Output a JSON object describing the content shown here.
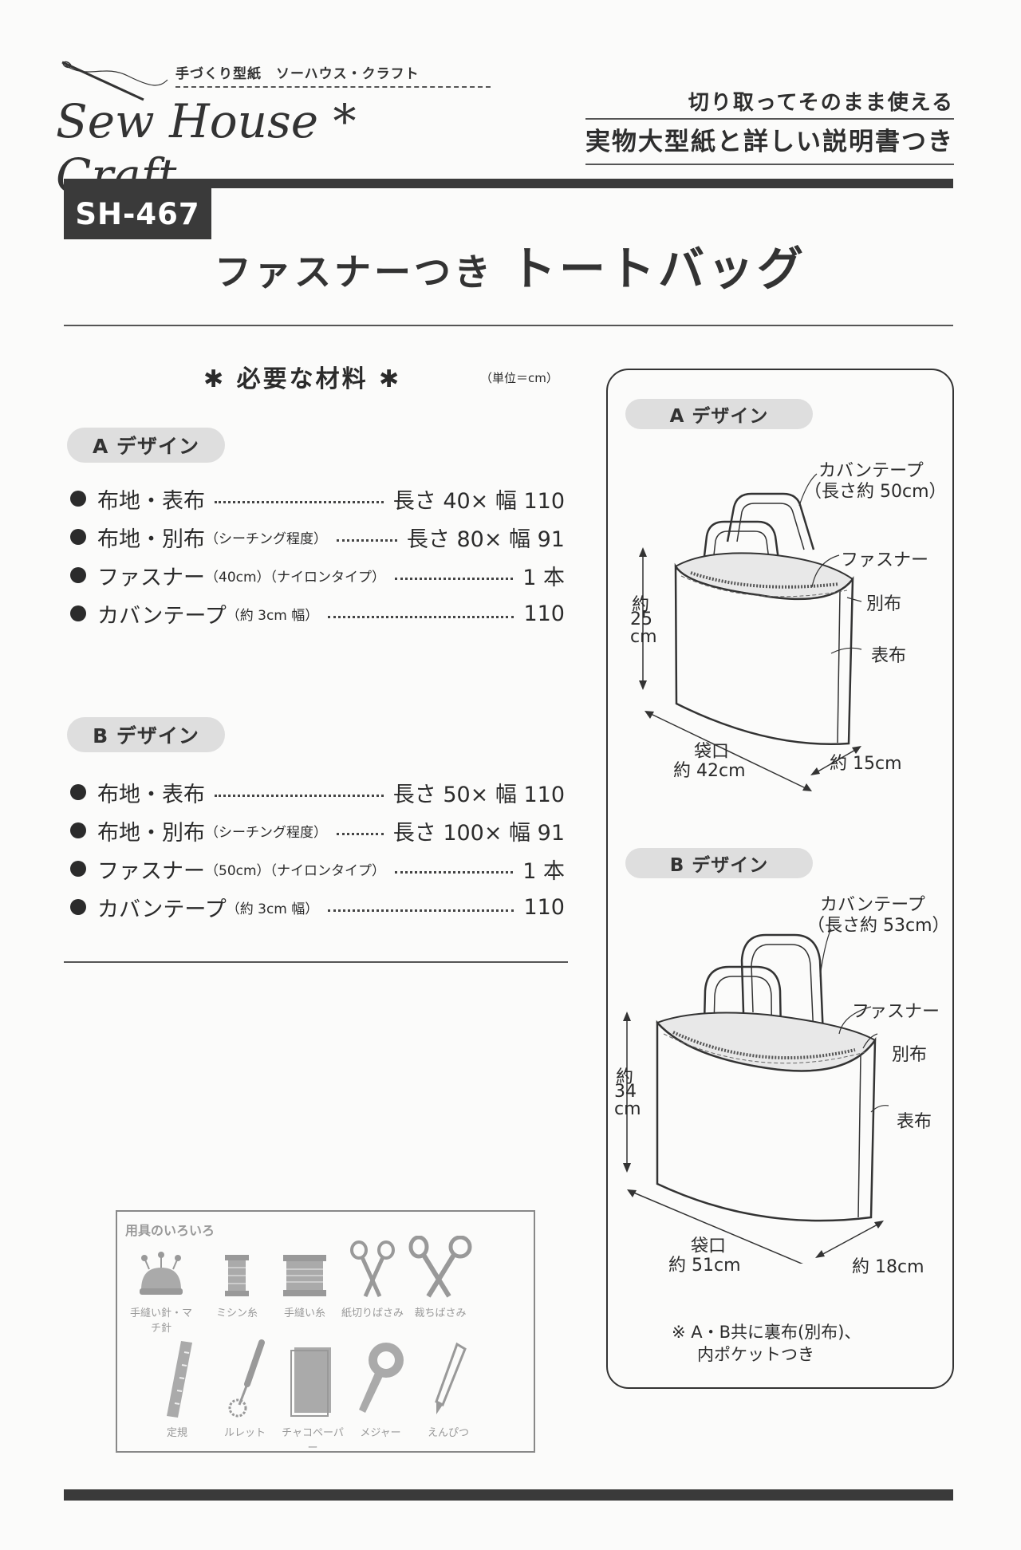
{
  "header": {
    "tagline": "手づくり型紙　ソーハウス・クラフト",
    "logo_text": "Sew House * Craft",
    "sub_title": "切り取ってそのまま使える",
    "main_title": "実物大型紙と詳しい説明書つき",
    "code": "SH-467",
    "title_part1": "ファスナーつき",
    "title_part2": "トートバッグ"
  },
  "materials": {
    "heading": "✱ 必要な材料 ✱",
    "unit": "（単位＝cm）",
    "sections": [
      {
        "label": "A デザイン",
        "items": [
          {
            "name": "布地・表布",
            "note": "",
            "value": "長さ 40× 幅 110"
          },
          {
            "name": "布地・別布",
            "note": "（シーチング程度）",
            "value": "長さ 80× 幅 91"
          },
          {
            "name": "ファスナー",
            "note": "（40cm）（ナイロンタイプ）",
            "value": "1 本"
          },
          {
            "name": "カバンテープ",
            "note": "（約 3cm 幅）",
            "value": "110"
          }
        ]
      },
      {
        "label": "B デザイン",
        "items": [
          {
            "name": "布地・表布",
            "note": "",
            "value": "長さ 50× 幅 110"
          },
          {
            "name": "布地・別布",
            "note": "（シーチング程度）",
            "value": "長さ 100× 幅 91"
          },
          {
            "name": "ファスナー",
            "note": "（50cm）（ナイロンタイプ）",
            "value": "1 本"
          },
          {
            "name": "カバンテープ",
            "note": "（約 3cm 幅）",
            "value": "110"
          }
        ]
      }
    ]
  },
  "tools": {
    "title": "用具のいろいろ",
    "items": [
      {
        "label": "手縫い針・マチ針",
        "icon": "pincushion-icon"
      },
      {
        "label": "ミシン糸",
        "icon": "thread-spool-icon"
      },
      {
        "label": "手縫い糸",
        "icon": "thread-spool-wide-icon"
      },
      {
        "label": "紙切りばさみ",
        "icon": "paper-scissors-icon"
      },
      {
        "label": "裁ちばさみ",
        "icon": "fabric-scissors-icon"
      },
      {
        "label": "定規",
        "icon": "ruler-icon"
      },
      {
        "label": "ルレット",
        "icon": "tracing-wheel-icon"
      },
      {
        "label": "チャコペーパー",
        "icon": "chalk-paper-icon"
      },
      {
        "label": "メジャー",
        "icon": "tape-measure-icon"
      },
      {
        "label": "えんぴつ",
        "icon": "pencil-icon"
      }
    ]
  },
  "diagrams": {
    "a": {
      "label": "A デザイン",
      "tape": "カバンテープ",
      "tape_length": "（長さ約 50cm）",
      "zipper": "ファスナー",
      "lining": "別布",
      "outer": "表布",
      "height_1": "約",
      "height_2": "25",
      "height_3": "cm",
      "opening_1": "袋口",
      "opening_2": "約 42cm",
      "depth": "約 15cm"
    },
    "b": {
      "label": "B デザイン",
      "tape": "カバンテープ",
      "tape_length": "（長さ約 53cm）",
      "zipper": "ファスナー",
      "lining": "別布",
      "outer": "表布",
      "height_1": "約",
      "height_2": "34",
      "height_3": "cm",
      "opening_1": "袋口",
      "opening_2": "約 51cm",
      "depth": "約 18cm"
    },
    "note_1": "※ A・B共に裏布(別布)、",
    "note_2": "内ポケットつき"
  }
}
